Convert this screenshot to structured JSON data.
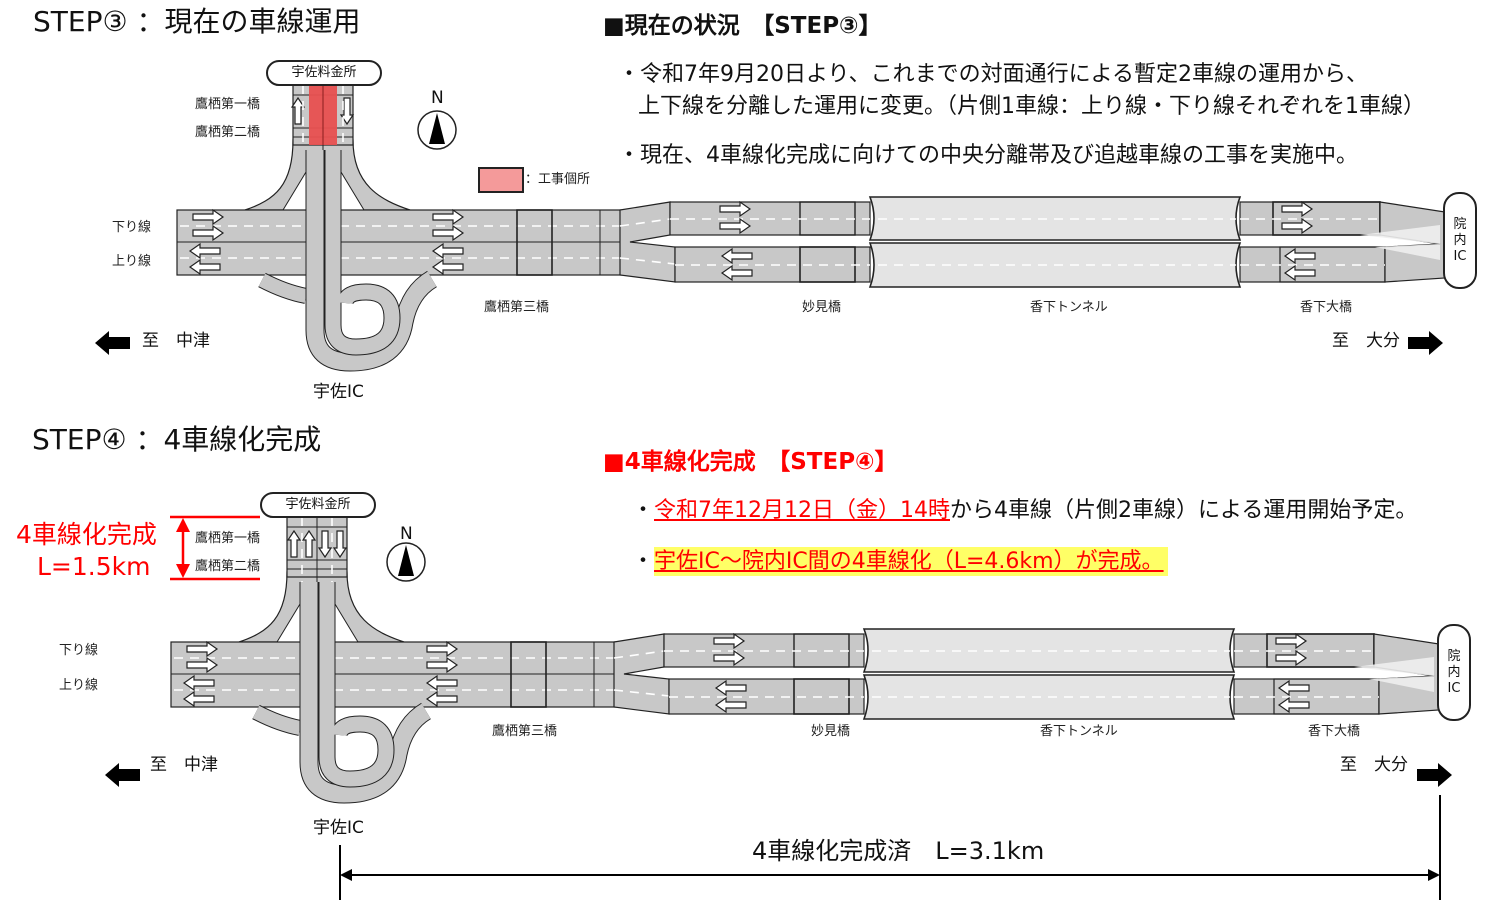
{
  "step3": {
    "title": "STEP③ ：現在の車線運用",
    "status_heading": "■現在の状況　【STEP③】",
    "bullets": [
      "・令和7年9月20日より、これまでの対面通行による暫定2車線の運用から、",
      "上下線を分離した運用に変更。（片側1車線：上り線・下り線それぞれを1車線）",
      "・現在、4車線化完成に向けての中央分離帯及び追越車線の工事を実施中。"
    ],
    "legend_label": "：工事個所",
    "construction_color": "#e85050",
    "labels": {
      "toll": "宇佐料金所",
      "bridge1": "鷹栖第一橋",
      "bridge2": "鷹栖第二橋",
      "north": "N",
      "down_line": "下り線",
      "up_line": "上り線",
      "bridge3": "鷹栖第三橋",
      "myoken": "妙見橋",
      "tunnel": "香下トンネル",
      "kouge_bridge": "香下大橋",
      "to_nakatsu": "至　中津",
      "to_oita": "至　大分",
      "usa_ic": "宇佐IC",
      "innai_ic": [
        "院",
        "内",
        "IC"
      ]
    }
  },
  "step4": {
    "title": "STEP④ ：4車線化完成",
    "status_heading": "■4車線化完成　【STEP④】",
    "bullet1_prefix": "・",
    "bullet1_red": "令和7年12月12日（金）14時",
    "bullet1_rest": "から4車線（片側2車線）による運用開始予定。",
    "bullet2_prefix": "・",
    "bullet2_red": "宇佐IC～院内IC間の4車線化（L=4.6km）が完成。",
    "completed_label_line1": "4車線化完成",
    "completed_label_line2": "L=1.5km",
    "distance_label": "4車線化完成済　L=3.1km",
    "accent_color": "#ff0000",
    "highlight_color": "#ffff66",
    "labels": {
      "toll": "宇佐料金所",
      "bridge1": "鷹栖第一橋",
      "bridge2": "鷹栖第二橋",
      "north": "N",
      "down_line": "下り線",
      "up_line": "上り線",
      "bridge3": "鷹栖第三橋",
      "myoken": "妙見橋",
      "tunnel": "香下トンネル",
      "kouge_bridge": "香下大橋",
      "to_nakatsu": "至　中津",
      "to_oita": "至　大分",
      "usa_ic": "宇佐IC",
      "innai_ic": [
        "院",
        "内",
        "IC"
      ]
    }
  }
}
